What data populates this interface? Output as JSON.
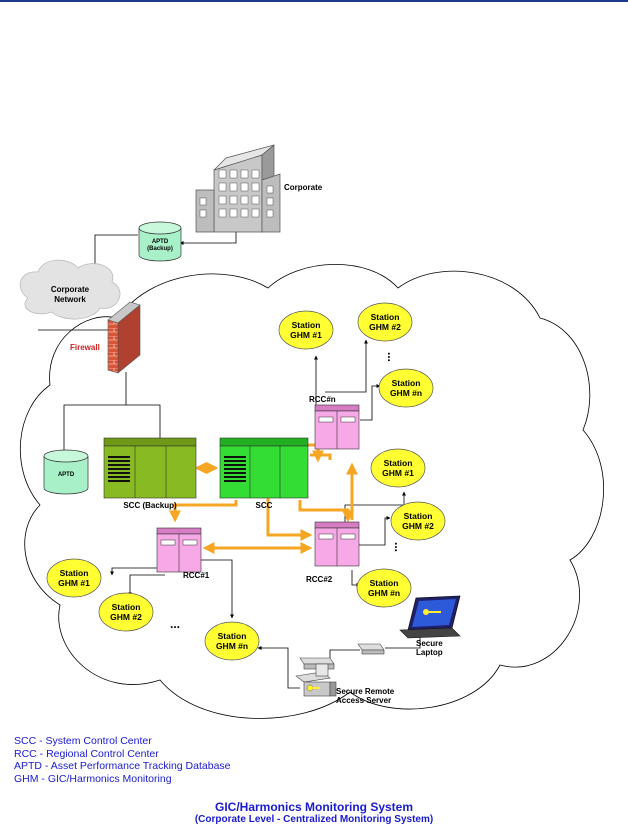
{
  "labels": {
    "corporate": "Corporate",
    "aptd_backup_1": "APTD",
    "aptd_backup_2": "(Backup)",
    "corporate_network_1": "Corporate",
    "corporate_network_2": "Network",
    "firewall": "Firewall",
    "aptd": "APTD",
    "scc_backup": "SCC (Backup)",
    "scc": "SCC",
    "rcc_n": "RCC#n",
    "rcc_1": "RCC#1",
    "rcc_2": "RCC#2",
    "secure_laptop_1": "Secure",
    "secure_laptop_2": "Laptop",
    "secure_server_1": "Secure Remote",
    "secure_server_2": "Access Server",
    "ellipsis": "..."
  },
  "stations": [
    {
      "id": "n-1",
      "line1": "Station",
      "line2": "GHM #1"
    },
    {
      "id": "n-2",
      "line1": "Station",
      "line2": "GHM #2"
    },
    {
      "id": "n-n",
      "line1": "Station",
      "line2": "GHM #n"
    },
    {
      "id": "r2-1",
      "line1": "Station",
      "line2": "GHM #1"
    },
    {
      "id": "r2-2",
      "line1": "Station",
      "line2": "GHM #2"
    },
    {
      "id": "r2-n",
      "line1": "Station",
      "line2": "GHM #n"
    },
    {
      "id": "r1-1",
      "line1": "Station",
      "line2": "GHM #1"
    },
    {
      "id": "r1-2",
      "line1": "Station",
      "line2": "GHM #2"
    },
    {
      "id": "r1-n",
      "line1": "Station",
      "line2": "GHM #n"
    }
  ],
  "legend": [
    "SCC - System Control Center",
    "RCC - Regional Control Center",
    "APTD - Asset Performance Tracking Database",
    "GHM - GIC/Harmonics Monitoring"
  ],
  "caption": {
    "title": "GIC/Harmonics Monitoring System",
    "subtitle": "(Corporate Level - Centralized Monitoring System)"
  },
  "colors": {
    "station_fill": "#ffff33",
    "rcc_fill": "#f7a8e6",
    "scc_fill": "#33dd33",
    "scc_backup_fill": "#88bb22",
    "aptd_fill": "#a8f0c8",
    "link_orange": "#f5a623",
    "legend_text": "#1a1ad0",
    "firewall_label": "#cc2222"
  }
}
